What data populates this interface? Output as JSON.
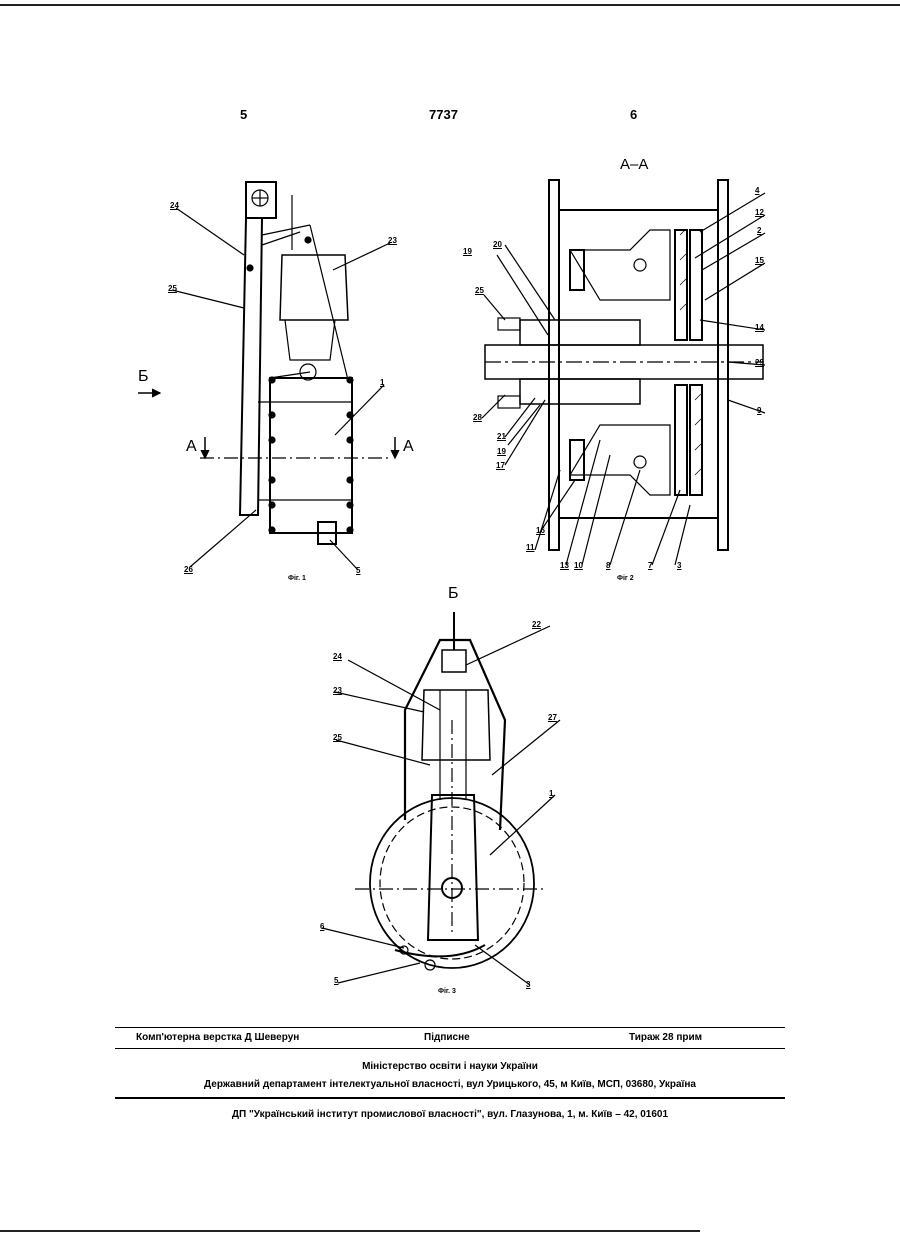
{
  "header": {
    "page_left": "5",
    "patent_number": "7737",
    "page_right": "6"
  },
  "fig1": {
    "caption": "Фіг. 1",
    "section_mark": "А",
    "view_mark": "Б",
    "labels": [
      "24",
      "23",
      "25",
      "1",
      "26",
      "5"
    ]
  },
  "fig2": {
    "caption": "Фіг 2",
    "section_title": "А–А",
    "labels": [
      "4",
      "12",
      "2",
      "15",
      "14",
      "29",
      "9",
      "3",
      "7",
      "8",
      "10",
      "13",
      "11",
      "16",
      "17",
      "19",
      "21",
      "28",
      "25",
      "19",
      "20"
    ]
  },
  "fig3": {
    "caption": "Фіг. 3",
    "view_title": "Б",
    "labels": [
      "22",
      "24",
      "23",
      "25",
      "27",
      "1",
      "6",
      "5",
      "3"
    ]
  },
  "footer": {
    "composer": "Комп'ютерна верстка Д Шеверун",
    "signed": "Підписне",
    "circulation": "Тираж 28 прим",
    "ministry": "Міністерство освіти і науки України",
    "department": "Державний департамент інтелектуальної власності, вул  Урицького, 45, м  Київ, МСП, 03680, Україна",
    "institute": "ДП \"Український інститут промислової власності\", вул. Глазунова, 1, м. Київ – 42, 01601"
  }
}
